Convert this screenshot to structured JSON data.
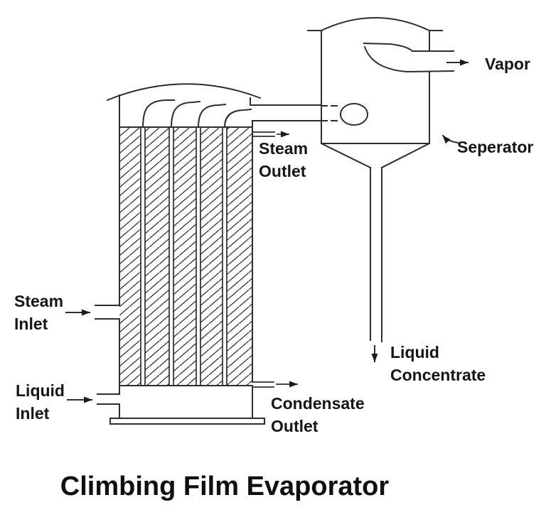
{
  "title": "Climbing Film Evaporator",
  "labels": {
    "steam_inlet": "Steam\nInlet",
    "liquid_inlet": "Liquid\nInlet",
    "steam_outlet": "Steam\nOutlet",
    "condensate_outlet": "Condensate\nOutlet",
    "vapor": "Vapor",
    "separator": "Seperator",
    "liquid_concentrate": "Liquid\nConcentrate"
  },
  "figure": {
    "kind": "process-line-diagram",
    "parts": [
      "evaporator-column-with-vertical-heating-tubes",
      "dome-top-with-curved-tube-outlets",
      "steam-inlet-nozzle",
      "liquid-inlet-nozzle",
      "steam-outlet-nozzle",
      "condensate-outlet-nozzle",
      "connecting-pipe-to-separator",
      "separator-vessel-with-cone-bottom",
      "vapor-outlet-duct",
      "liquid-concentrate-downpipe"
    ],
    "colors": {
      "line": "#2e2e2e",
      "text": "#161616",
      "background": "#ffffff"
    }
  }
}
